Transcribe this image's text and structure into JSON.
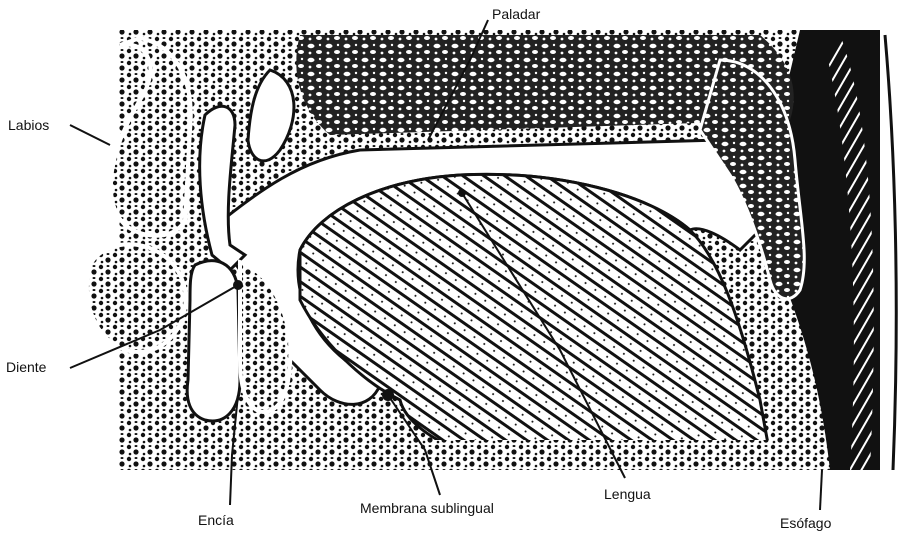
{
  "labels": {
    "paladar": "Paladar",
    "labios": "Labios",
    "diente": "Diente",
    "encia": "Encía",
    "membrana": "Membrana sublingual",
    "lengua": "Lengua",
    "esofago": "Esófago"
  },
  "colors": {
    "ink": "#111111",
    "paper": "#ffffff"
  }
}
